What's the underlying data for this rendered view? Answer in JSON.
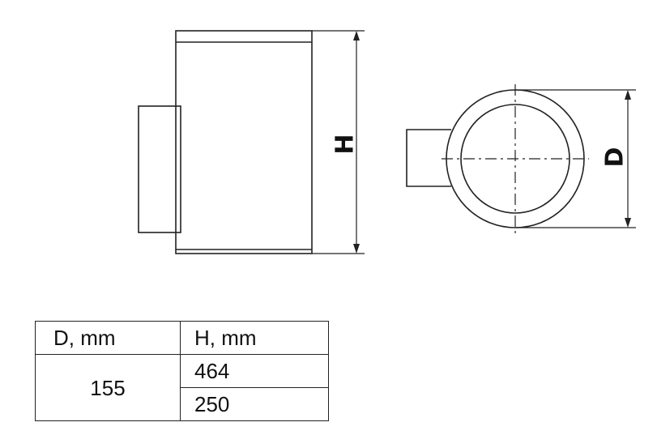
{
  "drawing": {
    "side_view": {
      "height_label": "H"
    },
    "top_view": {
      "diameter_label": "D"
    }
  },
  "table": {
    "headers": [
      "D, mm",
      "H, mm"
    ],
    "d_value": "155",
    "h_values": [
      "464",
      "250"
    ]
  },
  "colors": {
    "line": "#222222",
    "background": "#ffffff"
  }
}
